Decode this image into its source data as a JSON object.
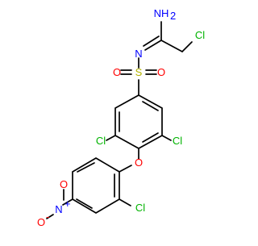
{
  "molecule": {
    "atom_labels": {
      "nh2": "NH",
      "nh2_sub": "2",
      "n_imine": "N",
      "cl_chloromethyl": "Cl",
      "s": "S",
      "o_left": "O",
      "o_right": "O",
      "cl_ring_left": "Cl",
      "cl_ring_right": "Cl",
      "o_ether": "O",
      "cl_lower": "Cl",
      "n_nitro": "N",
      "n_nitro_charge": "+",
      "o_nitro_top": "O",
      "o_nitro_left": "O",
      "o_nitro_charge": "-"
    },
    "colors": {
      "carbon": "#000000",
      "nitrogen": "#0000ff",
      "oxygen": "#ff0000",
      "sulfur": "#b3b300",
      "chlorine": "#00b300"
    }
  }
}
